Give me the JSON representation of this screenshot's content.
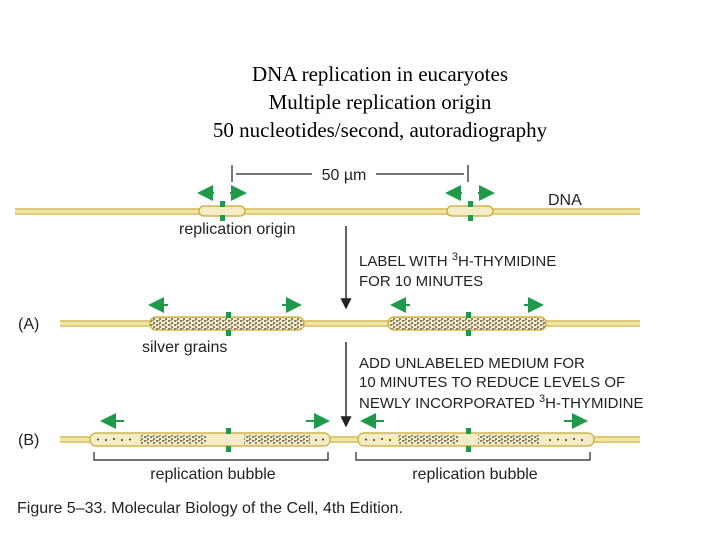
{
  "title_lines": [
    "DNA replication in eucaryotes",
    "Multiple replication origin",
    "50 nucleotides/second, autoradiography"
  ],
  "labels": {
    "distance": "50 µm",
    "dna": "DNA",
    "replication_origin": "replication origin",
    "step1_line1_a": "LABEL WITH ",
    "step1_sup": "3",
    "step1_line1_b": "H-THYMIDINE",
    "step1_line2": "FOR 10 MINUTES",
    "panel_a": "(A)",
    "silver_grains": "silver grains",
    "step2_line1": "ADD UNLABELED MEDIUM FOR",
    "step2_line2": "10 MINUTES TO REDUCE LEVELS OF",
    "step2_line3_a": "NEWLY INCORPORATED ",
    "step2_sup": "3",
    "step2_line3_b": "H-THYMIDINE",
    "panel_b": "(B)",
    "bubble_left": "replication bubble",
    "bubble_right": "replication bubble"
  },
  "caption": "Figure 5–33. Molecular Biology of the Cell, 4th Edition.",
  "colors": {
    "dna_strand": "#e8d98a",
    "dna_outline": "#c9a830",
    "origin_marker": "#1f9a4a",
    "arrow": "#1f9a4a",
    "grains": "#333333",
    "text": "#222222"
  }
}
